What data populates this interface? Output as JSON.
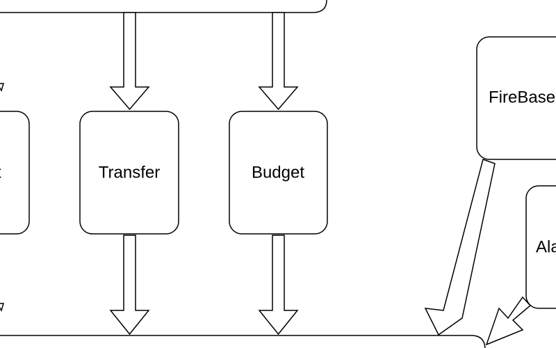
{
  "diagram": {
    "nodes": {
      "left_cut_label": "t",
      "transfer": "Transfer",
      "budget": "Budget",
      "firebase": "FireBase",
      "alarm": "Ala"
    },
    "colors": {
      "stroke": "#000000",
      "fill": "#ffffff",
      "background": "#ffffff"
    }
  }
}
